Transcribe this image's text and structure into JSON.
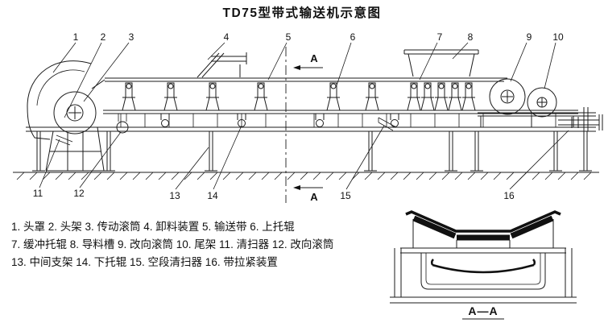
{
  "title": "TD75型带式输送机示意图",
  "colors": {
    "line": "#1b1b1b",
    "background": "#ffffff"
  },
  "callouts": [
    "1",
    "2",
    "3",
    "4",
    "5",
    "6",
    "7",
    "8",
    "9",
    "10",
    "11",
    "12",
    "13",
    "14",
    "15",
    "16"
  ],
  "section": {
    "marker_top": "A",
    "marker_bottom": "A",
    "label": "A—A"
  },
  "legend": {
    "line1": "1. 头罩  2. 头架  3. 传动滚筒  4. 卸料装置  5. 输送带  6. 上托辊",
    "line2": "7. 缓冲托辊  8. 导料槽  9. 改向滚筒  10. 尾架  11. 清扫器  12. 改向滚筒",
    "line3": "13. 中间支架  14. 下托辊  15. 空段清扫器  16. 带拉紧装置"
  }
}
